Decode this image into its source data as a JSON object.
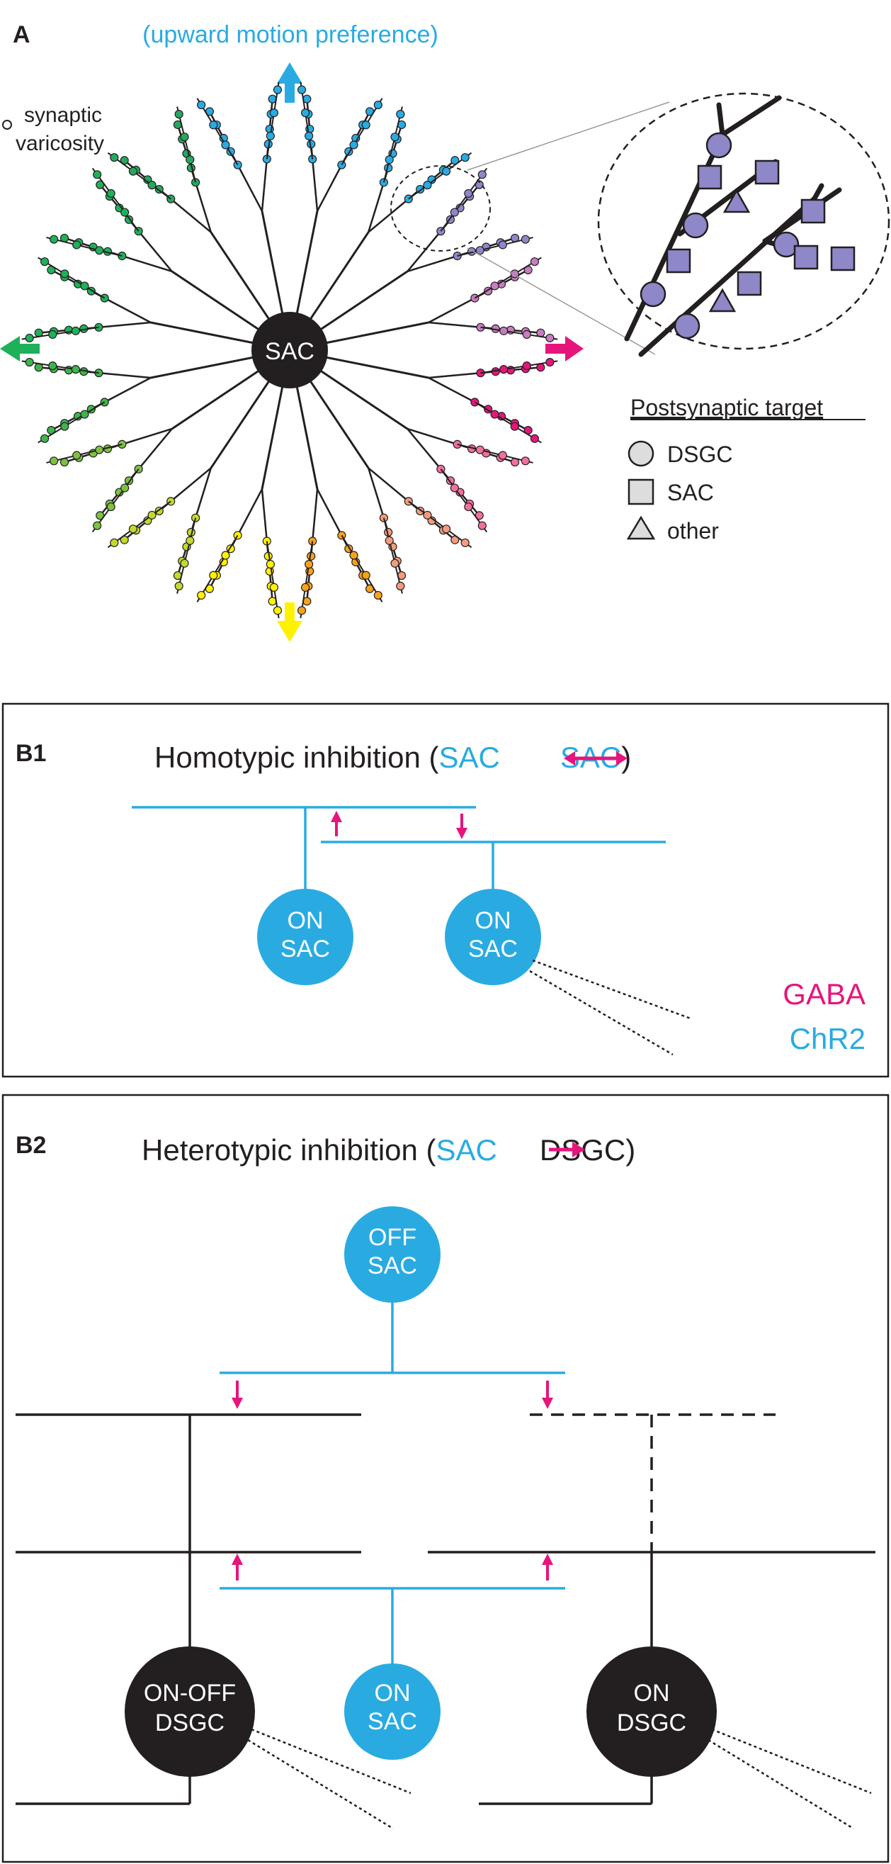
{
  "colors": {
    "cyan": "#29abe2",
    "magenta": "#e6157b",
    "black": "#231f20",
    "purple": "#8e87c8",
    "green": "#1fb05a",
    "yellow": "#fff200"
  },
  "panel_a": {
    "letter": "A",
    "top_label": "(upward motion preference)",
    "legend_small": [
      "synaptic",
      "varicosity"
    ],
    "soma_label": "SAC",
    "postsynaptic_title": "Postsynaptic target",
    "postsynaptic_items": [
      {
        "shape": "circle-icon",
        "label": "DSGC"
      },
      {
        "shape": "square-icon",
        "label": "SAC"
      },
      {
        "shape": "triangle-icon",
        "label": "other"
      }
    ]
  },
  "panel_b1": {
    "letter": "B1",
    "title_prefix": "Homotypic inhibition (",
    "title_a": "SAC",
    "title_b": "SAC",
    "title_suffix": ")",
    "cell_left": [
      "ON",
      "SAC"
    ],
    "cell_right": [
      "ON",
      "SAC"
    ],
    "legend_gaba": "GABA",
    "legend_chr2": "ChR2"
  },
  "panel_b2": {
    "letter": "B2",
    "title_prefix": "Heterotypic inhibition (",
    "title_a": "SAC",
    "title_b": "DSGC)",
    "cell_off_sac": [
      "OFF",
      "SAC"
    ],
    "cell_on_sac": [
      "ON",
      "SAC"
    ],
    "cell_onoff_dsgc": [
      "ON-OFF",
      "DSGC"
    ],
    "cell_on_dsgc": [
      "ON",
      "DSGC"
    ]
  }
}
